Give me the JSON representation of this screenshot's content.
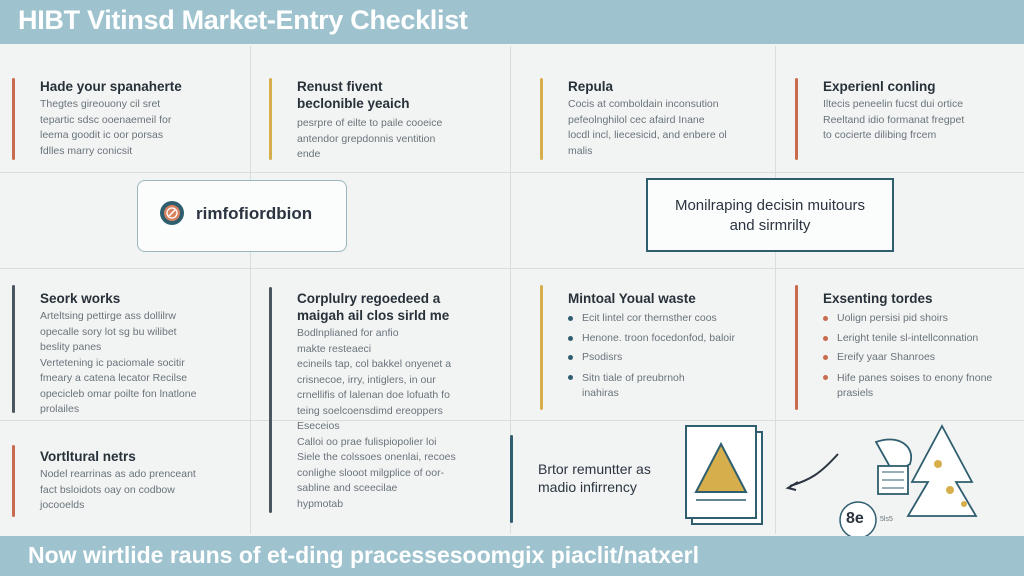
{
  "header": {
    "title": "HIBT Vitinsd Market-Entry Checklist"
  },
  "footer": {
    "text": "Now wirtlide rauns of et-ding pracessesoomgix piaclit/natxerl"
  },
  "colors": {
    "header_bg": "#9ec3cf",
    "accent_red": "#c96b4e",
    "accent_gold": "#d6ae4c",
    "accent_dark": "#4b5660",
    "accent_teal": "#2f5e6f"
  },
  "cards": [
    {
      "title": [
        "Hade your spanaherte"
      ],
      "body": [
        "Thegtes gireouony cil sret",
        "tepartic sdsc ooenaemeil for",
        "leema goodit ic oor porsas",
        "fdlles marry conicsit"
      ],
      "accent": "#c96b4e"
    },
    {
      "title": [
        "Renust fivent",
        "beclonible yeaich"
      ],
      "body": [
        "pesrpre of eilte to paile cooeice",
        "antendor grepdonnis ventition",
        "ende"
      ],
      "accent": "#d6ae4c"
    },
    {
      "title": [
        "Repula"
      ],
      "body": [
        "Cocis at comboldain inconsution",
        "pefeolnghilol cec afaird Inane",
        "locdl incl, liecesicid, and enbere ol",
        "malis"
      ],
      "accent": "#d6ae4c"
    },
    {
      "title": [
        "Experienl conling"
      ],
      "body": [
        "Iltecis peneelin fucst dui ortice",
        "Reeltand idio formanat fregpet",
        "to cocierte dilibing frcem"
      ],
      "accent": "#c96b4e"
    },
    {
      "title": [
        "Seork works"
      ],
      "body": [
        "Arteltsing pettirge ass dollilrw",
        "opecalle sory lot sg bu wilibet",
        "beslity panes",
        "Vertetening ic paciomale socitir",
        "fmeary a catena lecator Recilse",
        "opecicleb omar poilte fon lnatlone",
        "prolailes"
      ],
      "accent": "#4b5660"
    },
    {
      "title": [
        "Corplulry regoedeed a",
        "maigah ail clos sirld me"
      ],
      "body": [
        "Bodlnplianed for anfio",
        "makte resteaeci",
        "ecineils tap, col bakkel onyenet a",
        "crisnecoe, irry, intiglers, in our",
        "crnellifis of lalenan doe lofuath fo",
        "teing soelcoensdimd ereoppers",
        "Eseceios",
        "Calloi oo prae fulispiopolier loi",
        "Siele the colssoes onenlai, recoes",
        "conlighe slooot milgplice of oor-",
        "sabline and sceecilae",
        "hypmotab"
      ],
      "accent": "#4b5660"
    },
    {
      "title": [
        "Mintoal Youal waste"
      ],
      "bullets": [
        "Ecit lintel cor thernsther coos",
        "Henone. troon focedonfod, baloir",
        "Psodisrs",
        "Sitn tiale of preubrnoh",
        "inahiras"
      ],
      "accent": "#d6ae4c"
    },
    {
      "title": [
        "Exsenting tordes"
      ],
      "bullets": [
        "Uolign persisi pid shoirs",
        "Leright tenile sl-intellconnation",
        "Ereify yaar Shanroes",
        "Hife panes soises to enony fnone",
        "prasiels"
      ],
      "accent": "#c96b4e"
    },
    {
      "title": [
        "Vortltural netrs"
      ],
      "body": [
        "Nodel rearrinas as ado prenceant",
        "fact bsloidots oay on codbow",
        "jocooelds"
      ],
      "accent": "#c96b4e"
    },
    {
      "title": [
        "Brtor remuntter as",
        "madio infirrency"
      ],
      "accent": "#2f5e6f"
    }
  ],
  "callouts": [
    {
      "text": "rimfofiordbion",
      "icon": "compass-icon"
    },
    {
      "text": [
        "Monilraping decisin muitours",
        "and sirmrilty"
      ]
    }
  ],
  "illustration": {
    "badge": "8e",
    "small_text": "5ls5"
  }
}
